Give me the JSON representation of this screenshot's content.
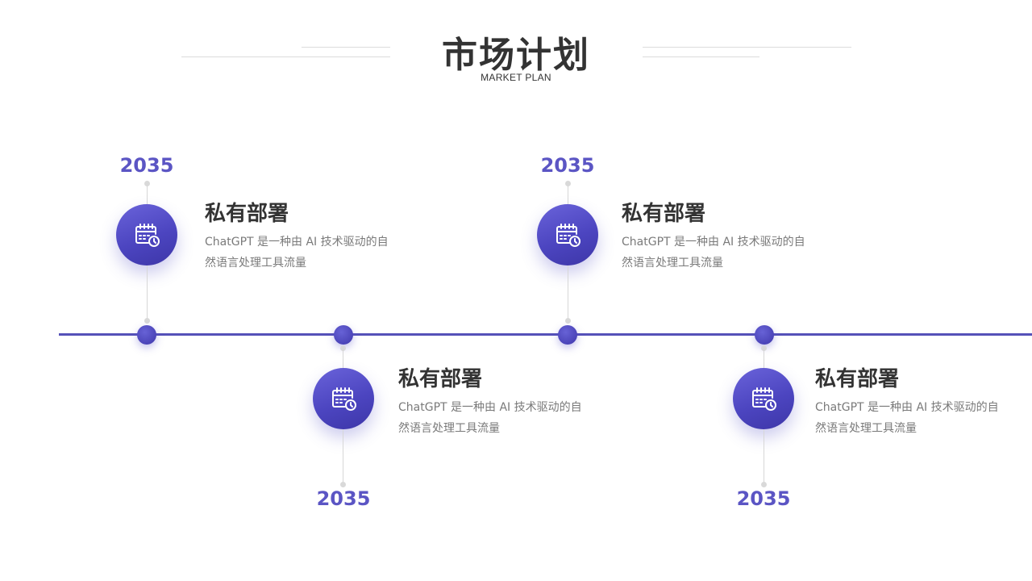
{
  "header": {
    "title": "市场计划",
    "subtitle": "MARKET PLAN"
  },
  "colors": {
    "accent": "#5551b8",
    "heading": "#333333",
    "body": "#7a7a7a"
  },
  "milestones": [
    {
      "year": "2035",
      "title": "私有部署",
      "desc": "ChatGPT 是一种由 AI 技术驱动的自然语言处理工具流量",
      "icon": "calendar-clock-icon",
      "position": "above"
    },
    {
      "year": "2035",
      "title": "私有部署",
      "desc": "ChatGPT 是一种由 AI 技术驱动的自然语言处理工具流量",
      "icon": "calendar-clock-icon",
      "position": "below"
    },
    {
      "year": "2035",
      "title": "私有部署",
      "desc": "ChatGPT 是一种由 AI 技术驱动的自然语言处理工具流量",
      "icon": "calendar-clock-icon",
      "position": "above"
    },
    {
      "year": "2035",
      "title": "私有部署",
      "desc": "ChatGPT 是一种由 AI 技术驱动的自然语言处理工具流量",
      "icon": "calendar-clock-icon",
      "position": "below"
    }
  ]
}
